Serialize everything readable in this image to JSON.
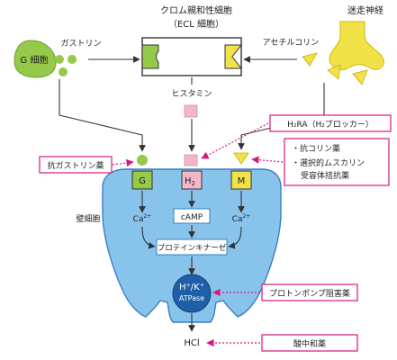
{
  "labels": {
    "ecl_title": "クロム親和性細胞",
    "ecl_sub": "（ECL 細胞）",
    "vagus": "迷走神経",
    "g_cell": "G 細胞",
    "gastrin": "ガストリン",
    "acetylcholine": "アセチルコリン",
    "histamine": "ヒスタミン",
    "parietal_cell": "壁細胞",
    "receptor_g": "G",
    "receptor_h2": "H",
    "receptor_h2_sub": "2",
    "receptor_m": "M",
    "ca_left": "Ca",
    "ca_right": "Ca",
    "ca_sup": "2+",
    "camp": "cAMP",
    "protein_kinase": "プロテインキナーゼ",
    "pump_line1": "H⁺/K⁺",
    "pump_line2": "ATPase",
    "hcl": "HCl"
  },
  "drugs": {
    "anti_gastrin": "抗ガストリン薬",
    "h2ra": "H₂RA（H₂ブロッカー）",
    "anticholinergic": "・抗コリン薬",
    "selective_m_1": "・選択的ムスカリン",
    "selective_m_2": "受容体拮抗薬",
    "ppi": "プロトンポンプ阻害薬",
    "antacid": "酸中和薬"
  },
  "colors": {
    "g_cell": "#94c94a",
    "cell_blue": "#88c3ec",
    "cell_stroke": "#3a7fc0",
    "vagus_yellow": "#f1e24a",
    "histamine_pink": "#f3b7cc",
    "drug_magenta": "#d9177e",
    "pump_blue": "#1f5ea8"
  }
}
